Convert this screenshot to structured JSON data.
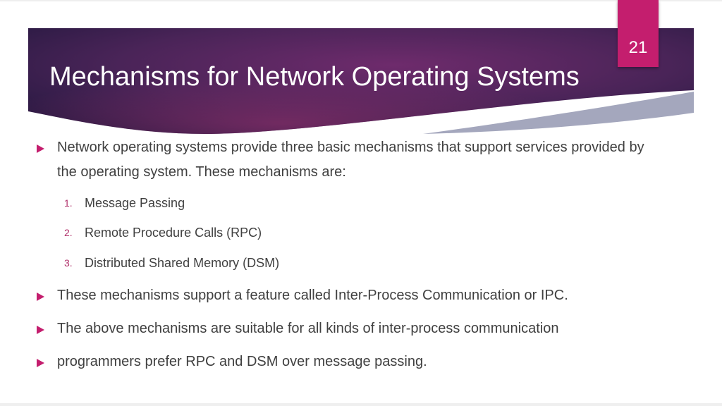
{
  "slide": {
    "title": "Mechanisms for Network Operating Systems",
    "page_number": "21",
    "bullets": [
      "Network operating systems provide three basic mechanisms that support services provided by the operating system. These mechanisms are:",
      "These mechanisms support a feature called Inter-Process Communication or IPC.",
      "The above mechanisms are suitable for all kinds of inter-process communication",
      "programmers prefer RPC and DSM over message passing."
    ],
    "numbered_items": [
      {
        "marker": "1.",
        "text": "Message Passing"
      },
      {
        "marker": "2.",
        "text": "Remote Procedure Calls (RPC)"
      },
      {
        "marker": "3.",
        "text": "Distributed Shared Memory (DSM)"
      }
    ]
  },
  "colors": {
    "banner_dark": "#2a1a4a",
    "banner_accent": "#7a2e6e",
    "tab": "#c41e6e",
    "bullet": "#c41e6e",
    "body_text": "#404040"
  },
  "icons": {
    "bullet": "triangle-right-icon"
  }
}
